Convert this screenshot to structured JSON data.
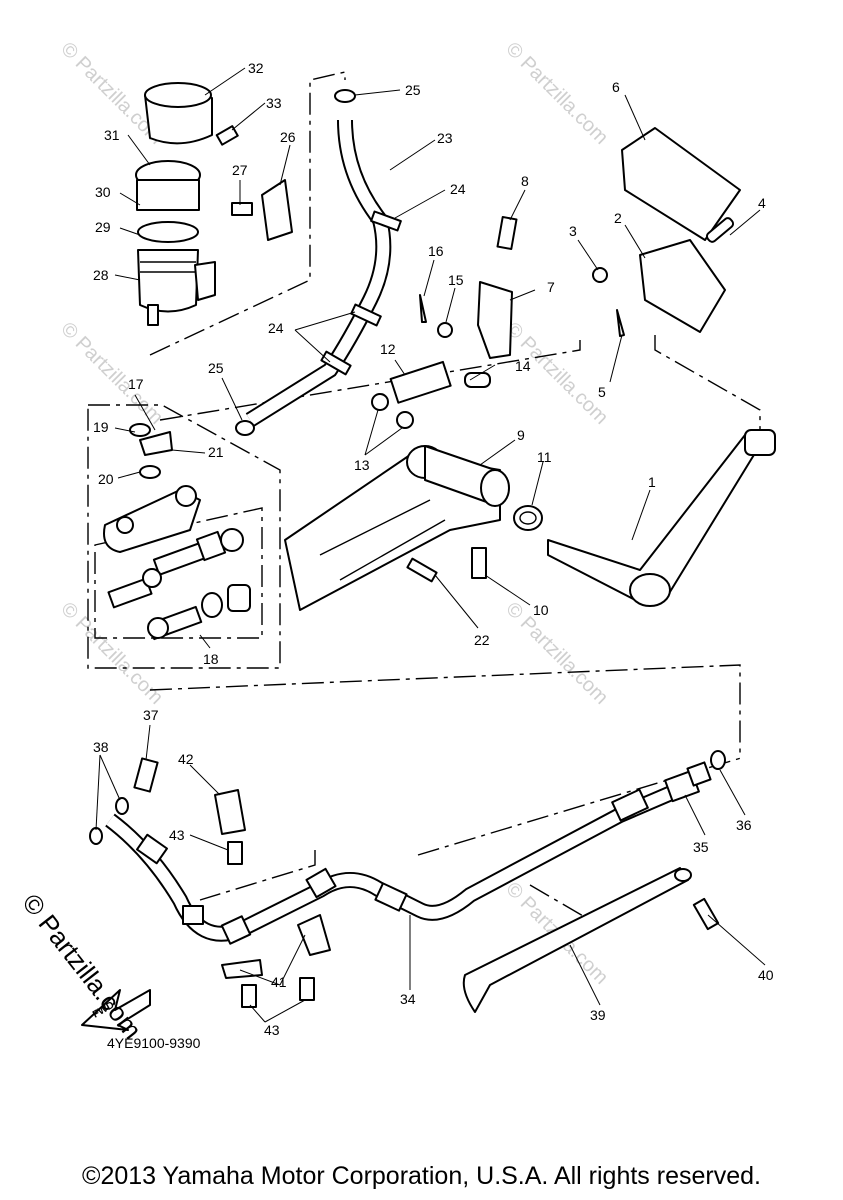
{
  "diagram": {
    "watermark_text": "© Partzilla.com",
    "brand_logo": "© Partzilla.com",
    "fwd_label": "FWD",
    "document_code": "4YE9100-9390",
    "copyright": "©2013 Yamaha Motor Corporation, U.S.A. All rights reserved.",
    "callouts": [
      {
        "id": "c1",
        "label": "1"
      },
      {
        "id": "c2",
        "label": "2"
      },
      {
        "id": "c3",
        "label": "3"
      },
      {
        "id": "c4",
        "label": "4"
      },
      {
        "id": "c5",
        "label": "5"
      },
      {
        "id": "c6",
        "label": "6"
      },
      {
        "id": "c7",
        "label": "7"
      },
      {
        "id": "c8",
        "label": "8"
      },
      {
        "id": "c9",
        "label": "9"
      },
      {
        "id": "c10",
        "label": "10"
      },
      {
        "id": "c11",
        "label": "11"
      },
      {
        "id": "c12",
        "label": "12"
      },
      {
        "id": "c13",
        "label": "13"
      },
      {
        "id": "c14",
        "label": "14"
      },
      {
        "id": "c15",
        "label": "15"
      },
      {
        "id": "c16",
        "label": "16"
      },
      {
        "id": "c17",
        "label": "17"
      },
      {
        "id": "c18",
        "label": "18"
      },
      {
        "id": "c19",
        "label": "19"
      },
      {
        "id": "c20",
        "label": "20"
      },
      {
        "id": "c21",
        "label": "21"
      },
      {
        "id": "c22",
        "label": "22"
      },
      {
        "id": "c23",
        "label": "23"
      },
      {
        "id": "c24a",
        "label": "24"
      },
      {
        "id": "c24b",
        "label": "24"
      },
      {
        "id": "c25a",
        "label": "25"
      },
      {
        "id": "c25b",
        "label": "25"
      },
      {
        "id": "c26",
        "label": "26"
      },
      {
        "id": "c27",
        "label": "27"
      },
      {
        "id": "c28",
        "label": "28"
      },
      {
        "id": "c29",
        "label": "29"
      },
      {
        "id": "c30",
        "label": "30"
      },
      {
        "id": "c31",
        "label": "31"
      },
      {
        "id": "c32",
        "label": "32"
      },
      {
        "id": "c33",
        "label": "33"
      },
      {
        "id": "c34",
        "label": "34"
      },
      {
        "id": "c35",
        "label": "35"
      },
      {
        "id": "c36",
        "label": "36"
      },
      {
        "id": "c37",
        "label": "37"
      },
      {
        "id": "c38",
        "label": "38"
      },
      {
        "id": "c39",
        "label": "39"
      },
      {
        "id": "c40",
        "label": "40"
      },
      {
        "id": "c41",
        "label": "41"
      },
      {
        "id": "c42",
        "label": "42"
      },
      {
        "id": "c43a",
        "label": "43"
      },
      {
        "id": "c43b",
        "label": "43"
      }
    ]
  }
}
